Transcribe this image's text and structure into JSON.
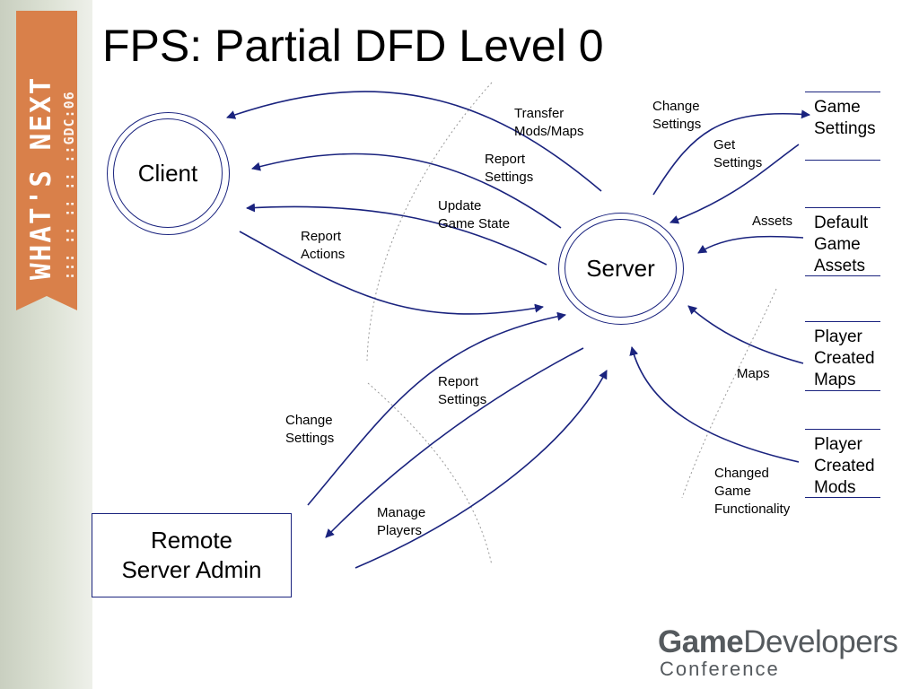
{
  "slide": {
    "title": "FPS: Partial DFD Level 0"
  },
  "banner": {
    "title": "WHAT'S NEXT",
    "subtitle": "::: :: :: :: ::GDC:06"
  },
  "processes": {
    "client": "Client",
    "server": "Server"
  },
  "external_entity": {
    "label": "Remote\nServer Admin"
  },
  "data_stores": {
    "game_settings": "Game\nSettings",
    "default_assets": "Default\nGame\nAssets",
    "player_maps": "Player\nCreated\nMaps",
    "player_mods": "Player\nCreated\nMods"
  },
  "flows": {
    "transfer": "Transfer\nMods/Maps",
    "report_settings_client": "Report\nSettings",
    "update_state": "Update\nGame State",
    "report_actions": "Report\nActions",
    "change_settings_store": "Change\nSettings",
    "get_settings": "Get\nSettings",
    "assets": "Assets",
    "maps": "Maps",
    "changed_functionality": "Changed\nGame\nFunctionality",
    "report_settings_admin": "Report\nSettings",
    "change_settings_admin": "Change\nSettings",
    "manage_players": "Manage\nPlayers"
  },
  "logo": {
    "game": "Game",
    "developers": "Developers",
    "conference": "Conference"
  },
  "colors": {
    "line": "#1a237e",
    "banner": "#d9804a",
    "sidebar": "#dde2d5",
    "logo_text": "#555a5e"
  }
}
